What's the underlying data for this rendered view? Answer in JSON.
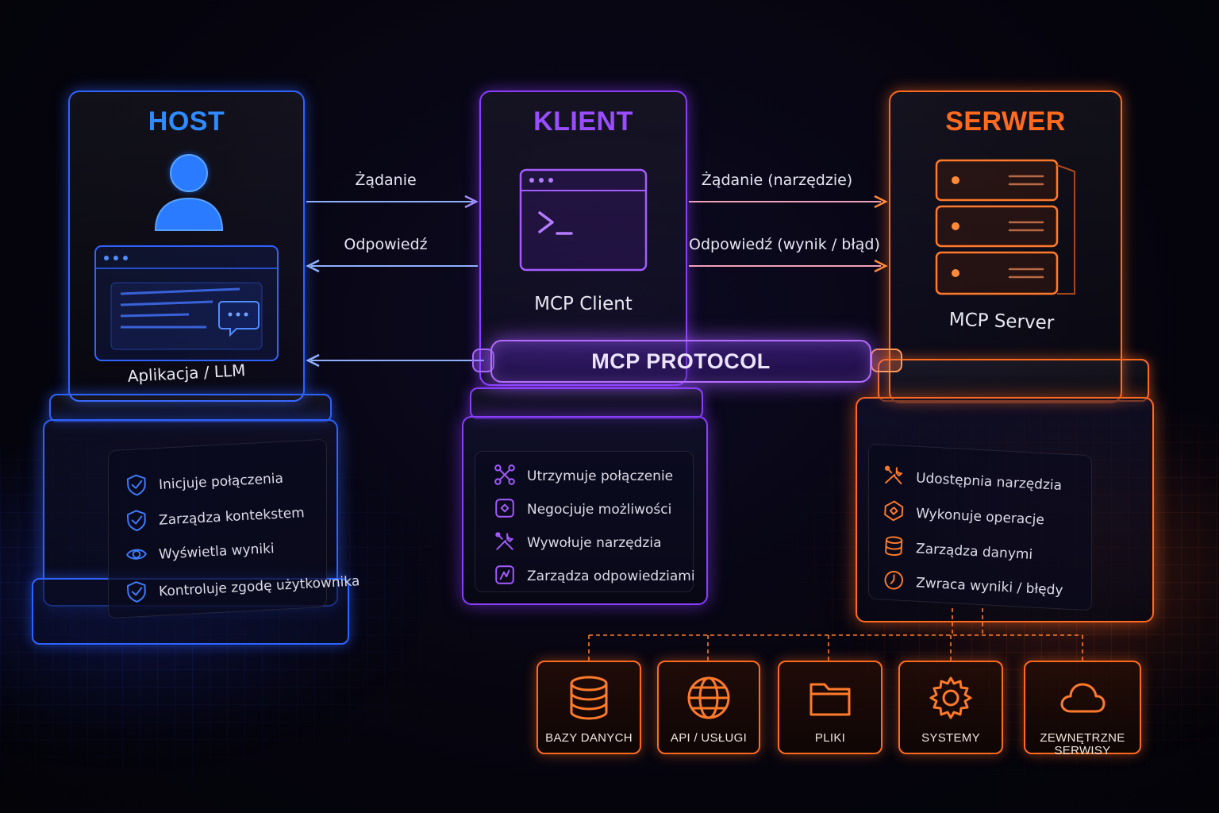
{
  "host": {
    "title": "HOST",
    "subtitle": "Aplikacja / LLM",
    "features": [
      "Inicjuje połączenia",
      "Zarządza kontekstem",
      "Wyświetla wyniki",
      "Kontroluje zgodę użytkownika"
    ],
    "feature_icons": [
      "shield-check-icon",
      "shield-check-icon",
      "eye-icon",
      "shield-check-icon"
    ],
    "color": "#2f63ff"
  },
  "client": {
    "title": "KLIENT",
    "subtitle": "MCP Client",
    "features": [
      "Utrzymuje połączenie",
      "Negocjuje możliwości",
      "Wywołuje narzędzia",
      "Zarządza odpowiedziami"
    ],
    "feature_icons": [
      "connection-icon",
      "negotiate-icon",
      "tools-icon",
      "response-icon"
    ],
    "color": "#8a3dff"
  },
  "server": {
    "title": "SERWER",
    "subtitle": "MCP Server",
    "features": [
      "Udostępnia narzędzia",
      "Wykonuje operacje",
      "Zarządza danymi",
      "Zwraca wyniki / błędy"
    ],
    "feature_icons": [
      "tools-icon",
      "operation-icon",
      "database-icon",
      "result-icon"
    ],
    "color": "#ff6a1f"
  },
  "arrows": {
    "host_to_client": "Żądanie",
    "client_to_host": "Odpowiedź",
    "client_to_server": "Żądanie (narzędzie)",
    "server_to_client": "Odpowiedź (wynik / błąd)"
  },
  "protocol": {
    "label": "MCP PROTOCOL"
  },
  "resources": [
    {
      "label": "BAZY DANYCH",
      "icon": "database-icon"
    },
    {
      "label": "API / USŁUGI",
      "icon": "globe-icon"
    },
    {
      "label": "PLIKI",
      "icon": "folder-icon"
    },
    {
      "label": "SYSTEMY",
      "icon": "gear-icon"
    },
    {
      "label": "ZEWNĘTRZNE SERWISY",
      "icon": "cloud-icon"
    }
  ]
}
